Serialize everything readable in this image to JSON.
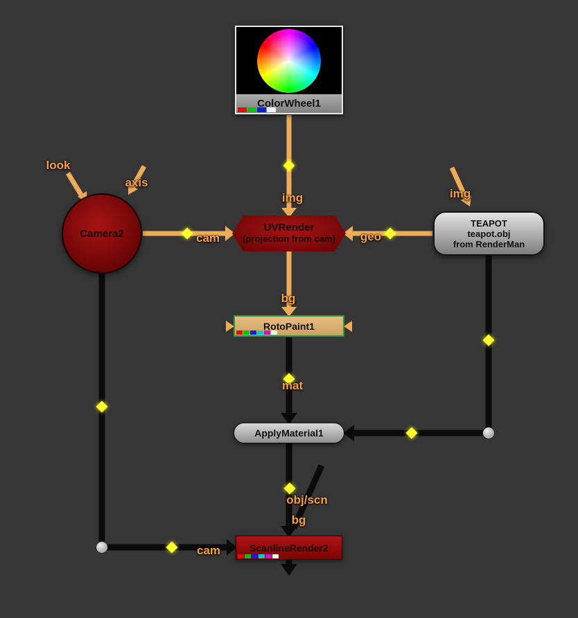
{
  "canvas": {
    "background": "#363636"
  },
  "colors": {
    "edge_orange": "#eeab58",
    "edge_black": "#0b0b0b",
    "diamond_yellow": "#ffff2e",
    "label_orange": "#f7a23c",
    "render_node_red": "#9b0f0f",
    "camera_red": "#8f0d0d",
    "gray_node": "#bdbdbd",
    "rotopaint_tan": "#dcaf6e",
    "rotopaint_border_green": "#2f9a33"
  },
  "nodes": {
    "colorwheel1": {
      "label": "ColorWheel1"
    },
    "camera2": {
      "label": "Camera2"
    },
    "uvrender": {
      "title": "UVRender",
      "subtitle": "(projection from cam)"
    },
    "teapot": {
      "line1": "TEAPOT",
      "line2": "teapot.obj",
      "line3": "from RenderMan"
    },
    "rotopaint1": {
      "label": "RotoPaint1"
    },
    "applymaterial1": {
      "label": "ApplyMaterial1"
    },
    "scanlinerender2": {
      "label": "ScanlineRender2"
    }
  },
  "edge_labels": {
    "look": "look",
    "axis": "axis",
    "img_colorwheel": "img",
    "cam_uvrender": "cam",
    "geo": "geo",
    "img_teapot": "img",
    "bg_rotopaint": "bg",
    "mat": "mat",
    "obj_scn": "obj/scn",
    "bg_scanline": "bg",
    "cam_scanline": "cam"
  }
}
